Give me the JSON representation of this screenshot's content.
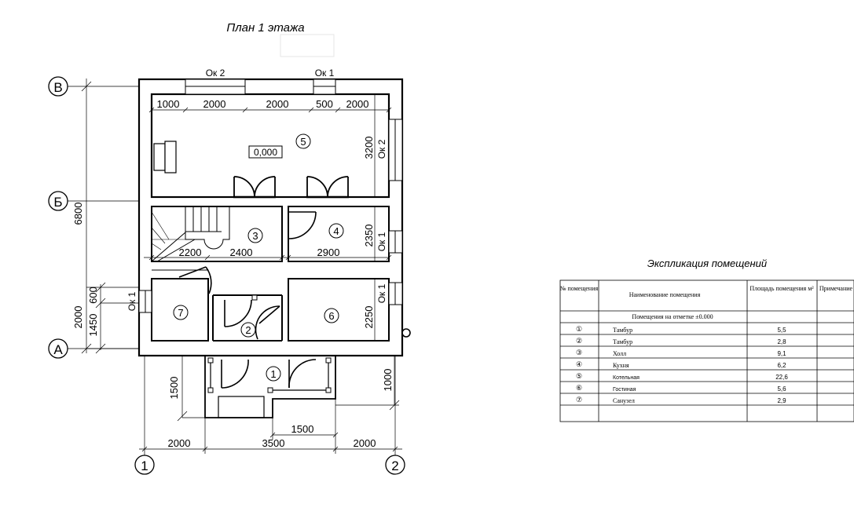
{
  "plan": {
    "title": "План 1 этажа",
    "axes": {
      "v": [
        "В",
        "Б",
        "А"
      ],
      "h": [
        "1",
        "2"
      ]
    },
    "windows": {
      "top_left": "Ок 2",
      "top_right": "Ок 1",
      "right_top": "Ок 2",
      "right_mid": "Ок 1",
      "right_low": "Ок 1",
      "left_low": "Ок 1"
    },
    "dims": {
      "top": [
        "1000",
        "2000",
        "2000",
        "500",
        "2000"
      ],
      "r5_height": "3200",
      "mid_row": [
        "2200",
        "2400",
        "2900"
      ],
      "r4_height": "2350",
      "r6_height": "2250",
      "left_total": "6800",
      "left_a": "2000",
      "left_b": "1450",
      "left_c": "600",
      "porch_left": "1500",
      "porch_right": "1000",
      "porch_width": "1500",
      "bottom": [
        "2000",
        "3500",
        "2000"
      ]
    },
    "level_mark": "0,000",
    "room_marks": [
      "①",
      "②",
      "③",
      "④",
      "⑤",
      "⑥",
      "⑦"
    ]
  },
  "explication": {
    "title": "Экспликация помещений",
    "headers": [
      "№ помещения",
      "Наименование помещения",
      "Площадь помещения м²",
      "Примечание"
    ],
    "subheader": "Помещения на отметке ±0.000",
    "rows": [
      {
        "no": "①",
        "name": "Тамбур",
        "area": "5,5"
      },
      {
        "no": "②",
        "name": "Тамбур",
        "area": "2,8"
      },
      {
        "no": "③",
        "name": "Холл",
        "area": "9,1"
      },
      {
        "no": "④",
        "name": "Кухня",
        "area": "6,2"
      },
      {
        "no": "⑤",
        "name": "Котельная",
        "area": "22,6"
      },
      {
        "no": "⑥",
        "name": "Гостиная",
        "area": "5,6"
      },
      {
        "no": "⑦",
        "name": "Санузел",
        "area": "2,9"
      }
    ]
  }
}
